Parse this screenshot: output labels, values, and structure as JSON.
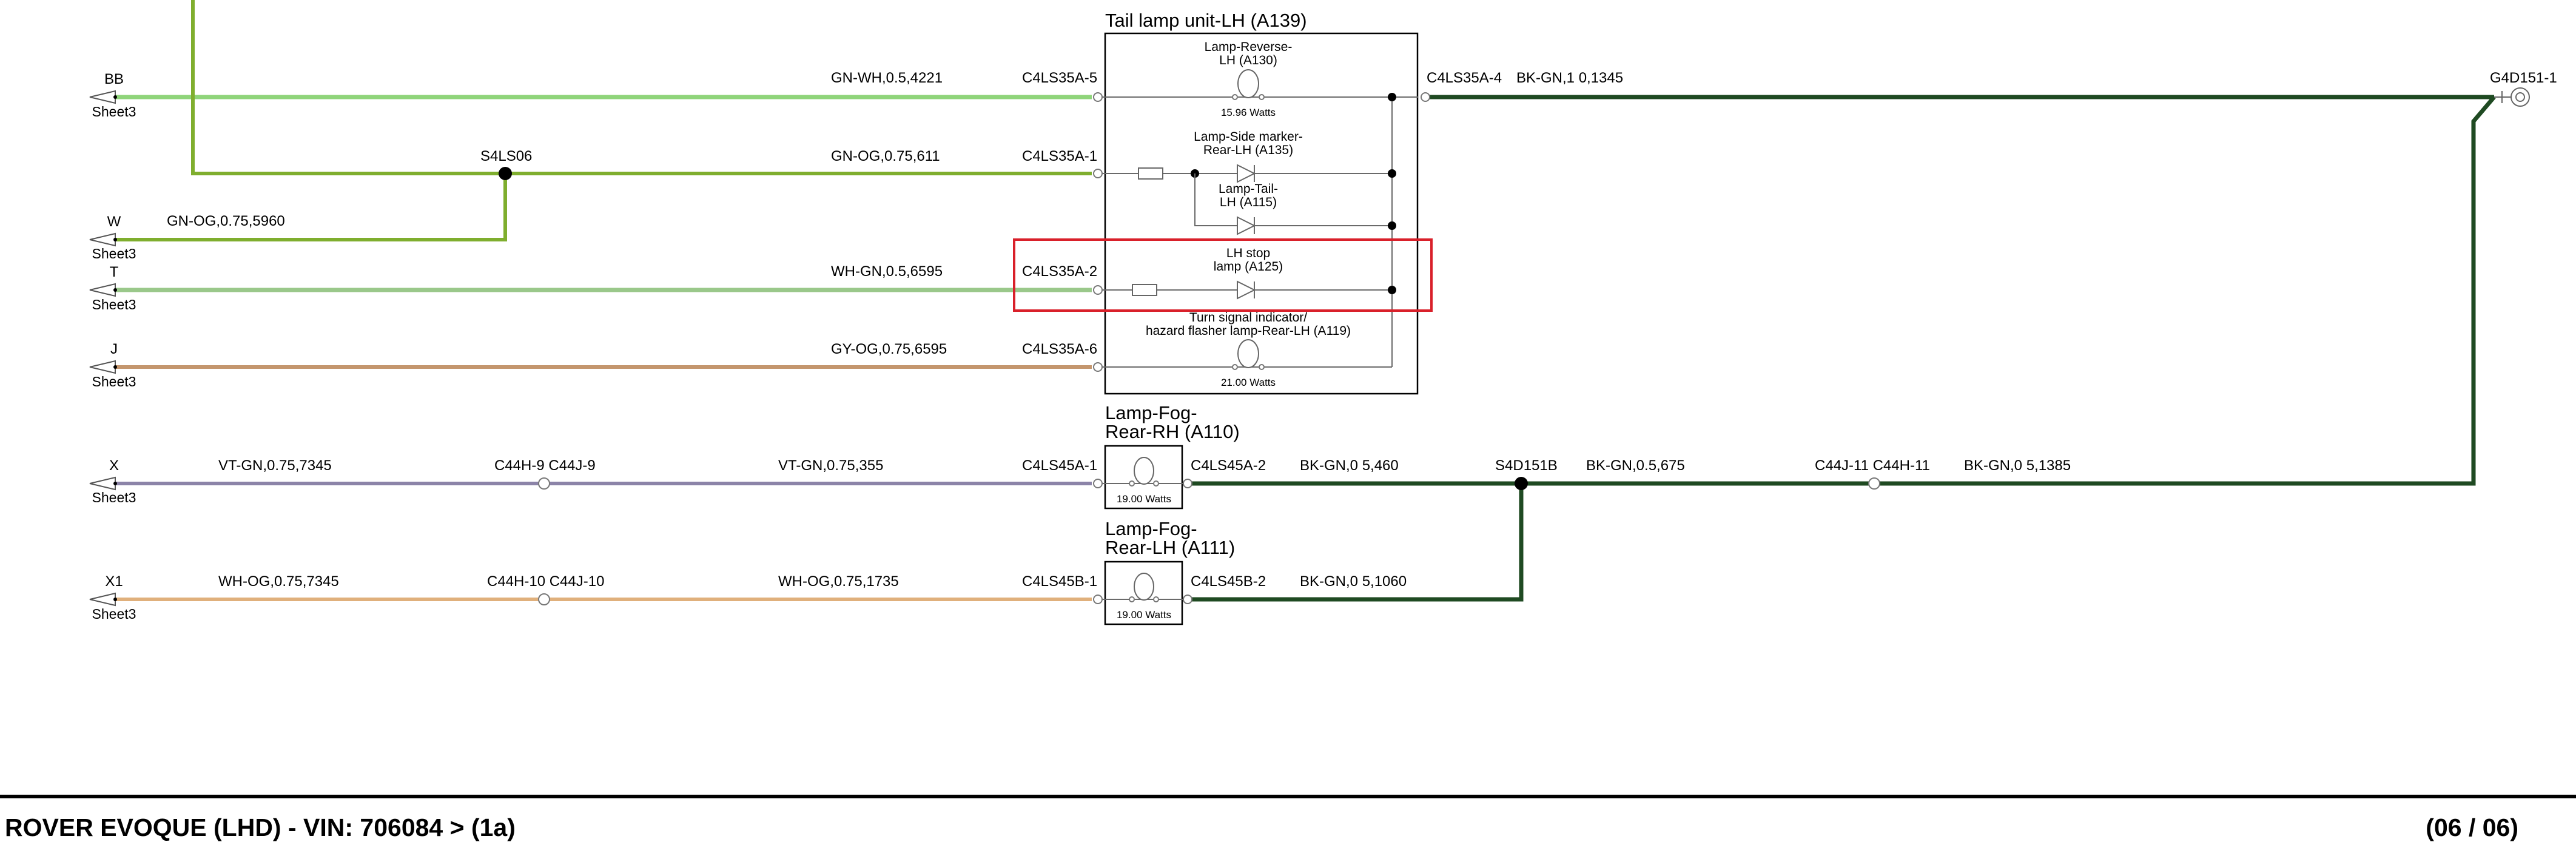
{
  "colors": {
    "green_light": "#8fd47a",
    "green_olive": "#7fae2e",
    "white_green": "#9ac88a",
    "grey_orange": "#c4966e",
    "violet_green": "#8c84a8",
    "white_orange": "#e0b07c",
    "black_green": "#1f4a22",
    "highlight": "#d9202a"
  },
  "sheet_label": "Sheet3",
  "wires": {
    "bb": {
      "pin": "BB",
      "code": "GN-WH,0.5,4221",
      "connector": "C4LS35A-5"
    },
    "s4ls06": {
      "splice": "S4LS06",
      "code": "GN-OG,0.75,611",
      "connector": "C4LS35A-1"
    },
    "w": {
      "pin": "W",
      "code": "GN-OG,0.75,5960"
    },
    "t": {
      "pin": "T",
      "code": "WH-GN,0.5,6595",
      "connector": "C4LS35A-2"
    },
    "j": {
      "pin": "J",
      "code": "GY-OG,0.75,6595",
      "connector": "C4LS35A-6"
    },
    "x": {
      "pin": "X",
      "code1": "VT-GN,0.75,7345",
      "inline": "C44H-9 C44J-9",
      "code2": "VT-GN,0.75,355",
      "connector": "C4LS45A-1"
    },
    "x1": {
      "pin": "X1",
      "code1": "WH-OG,0.75,7345",
      "inline": "C44H-10 C44J-10",
      "code2": "WH-OG,0.75,1735",
      "connector": "C4LS45B-1"
    }
  },
  "tail_lamp": {
    "title": "Tail lamp unit-LH (A139)",
    "reverse_l1": "Lamp-Reverse-",
    "reverse_l2": "LH (A130)",
    "reverse_watts": "15.96 Watts",
    "side_l1": "Lamp-Side marker-",
    "side_l2": "Rear-LH (A135)",
    "tail_l1": "Lamp-Tail-",
    "tail_l2": "LH (A115)",
    "stop_l1": "LH stop",
    "stop_l2": "lamp (A125)",
    "turn_l1": "Turn signal indicator/",
    "turn_l2": "hazard flasher lamp-Rear-LH (A119)",
    "turn_watts": "21.00 Watts",
    "out_connector": "C4LS35A-4",
    "out_code": "BK-GN,1 0,1345"
  },
  "ground": {
    "label": "G4D151-1"
  },
  "fog_rh": {
    "title_l1": "Lamp-Fog-",
    "title_l2": "Rear-RH (A110)",
    "watts": "19.00 Watts",
    "out_connector": "C4LS45A-2",
    "out_code": "BK-GN,0 5,460"
  },
  "splice_s4d151b": {
    "label": "S4D151B",
    "code": "BK-GN,0.5,675",
    "inline": "C44J-11 C44H-11",
    "code2": "BK-GN,0 5,1385"
  },
  "fog_lh": {
    "title_l1": "Lamp-Fog-",
    "title_l2": "Rear-LH (A111)",
    "watts": "19.00 Watts",
    "out_connector": "C4LS45B-2",
    "out_code": "BK-GN,0 5,1060"
  },
  "footer": {
    "title": "ROVER EVOQUE  (LHD) - VIN: 706084 >  (1a)",
    "page": "(06 / 06)"
  }
}
